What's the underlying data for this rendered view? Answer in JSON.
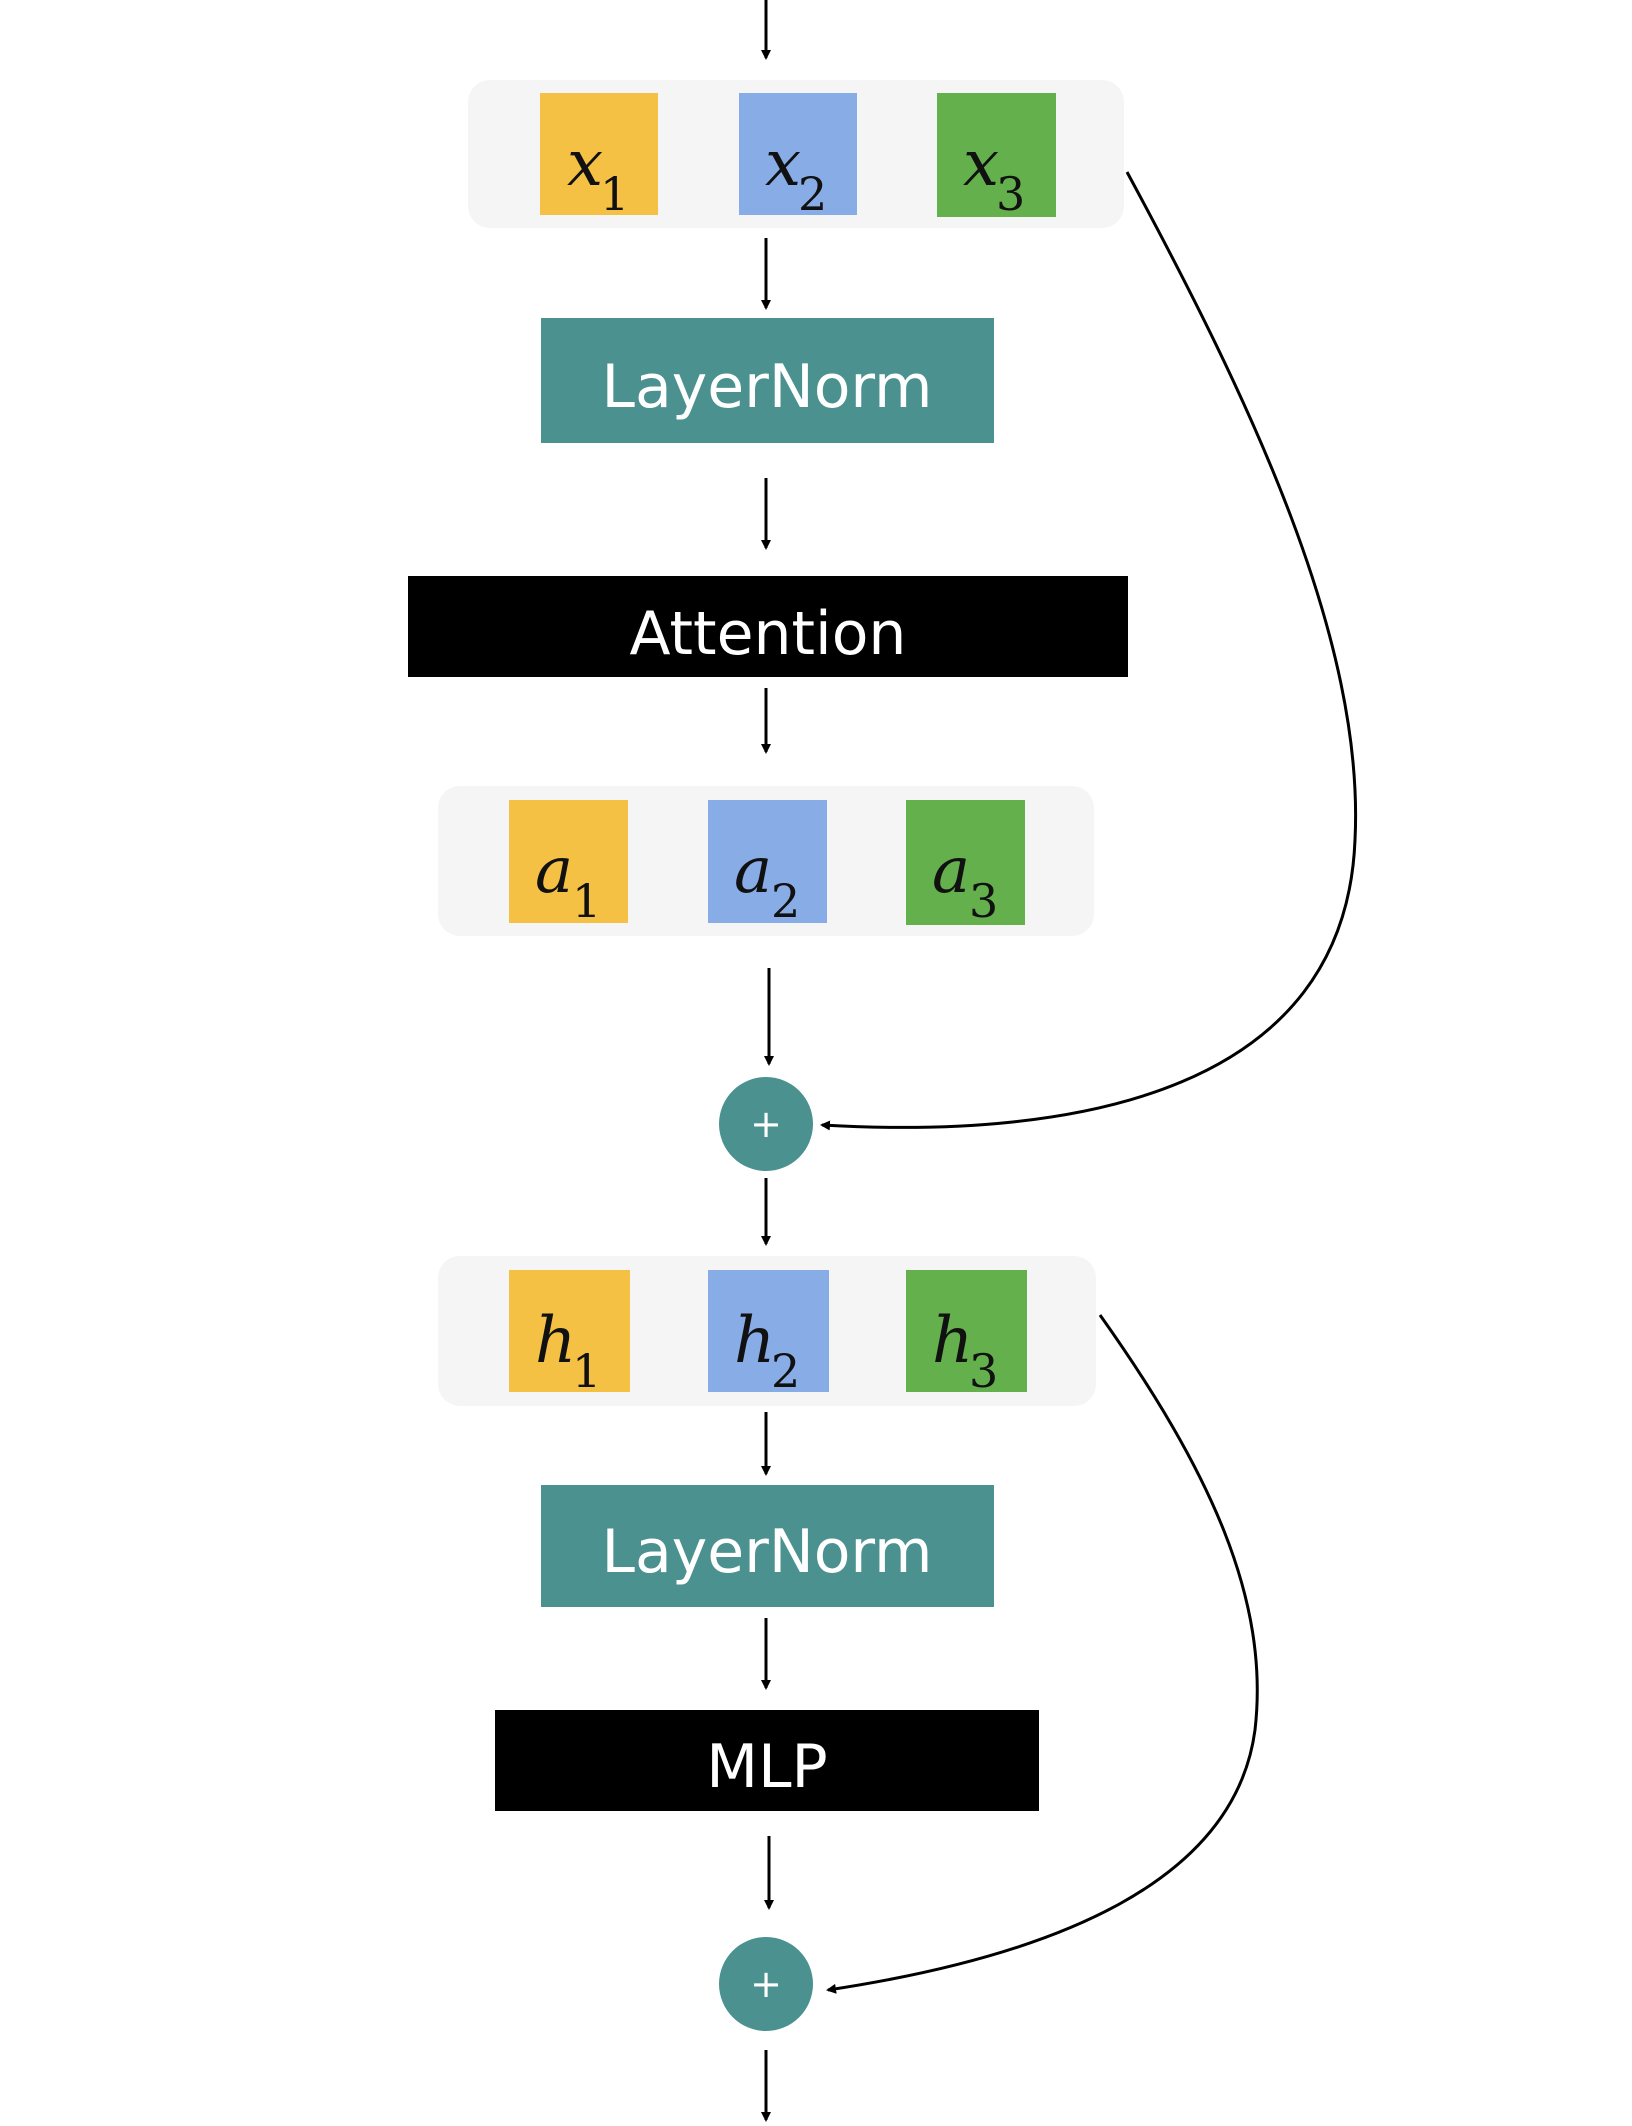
{
  "colors": {
    "token_yellow": "#F4C145",
    "token_blue": "#88ACE6",
    "token_green": "#64B04C",
    "layernorm_teal": "#4A9190",
    "block_black": "#000000",
    "group_bg": "#F5F5F5",
    "arrow": "#000000"
  },
  "groups": {
    "x": {
      "tokens": [
        {
          "base": "x",
          "sub": "1"
        },
        {
          "base": "x",
          "sub": "2"
        },
        {
          "base": "x",
          "sub": "3"
        }
      ]
    },
    "a": {
      "tokens": [
        {
          "base": "a",
          "sub": "1"
        },
        {
          "base": "a",
          "sub": "2"
        },
        {
          "base": "a",
          "sub": "3"
        }
      ]
    },
    "h": {
      "tokens": [
        {
          "base": "h",
          "sub": "1"
        },
        {
          "base": "h",
          "sub": "2"
        },
        {
          "base": "h",
          "sub": "3"
        }
      ]
    }
  },
  "blocks": {
    "layernorm_1": "LayerNorm",
    "attention": "Attention",
    "layernorm_2": "LayerNorm",
    "mlp": "MLP"
  },
  "residual_add_label": "+"
}
